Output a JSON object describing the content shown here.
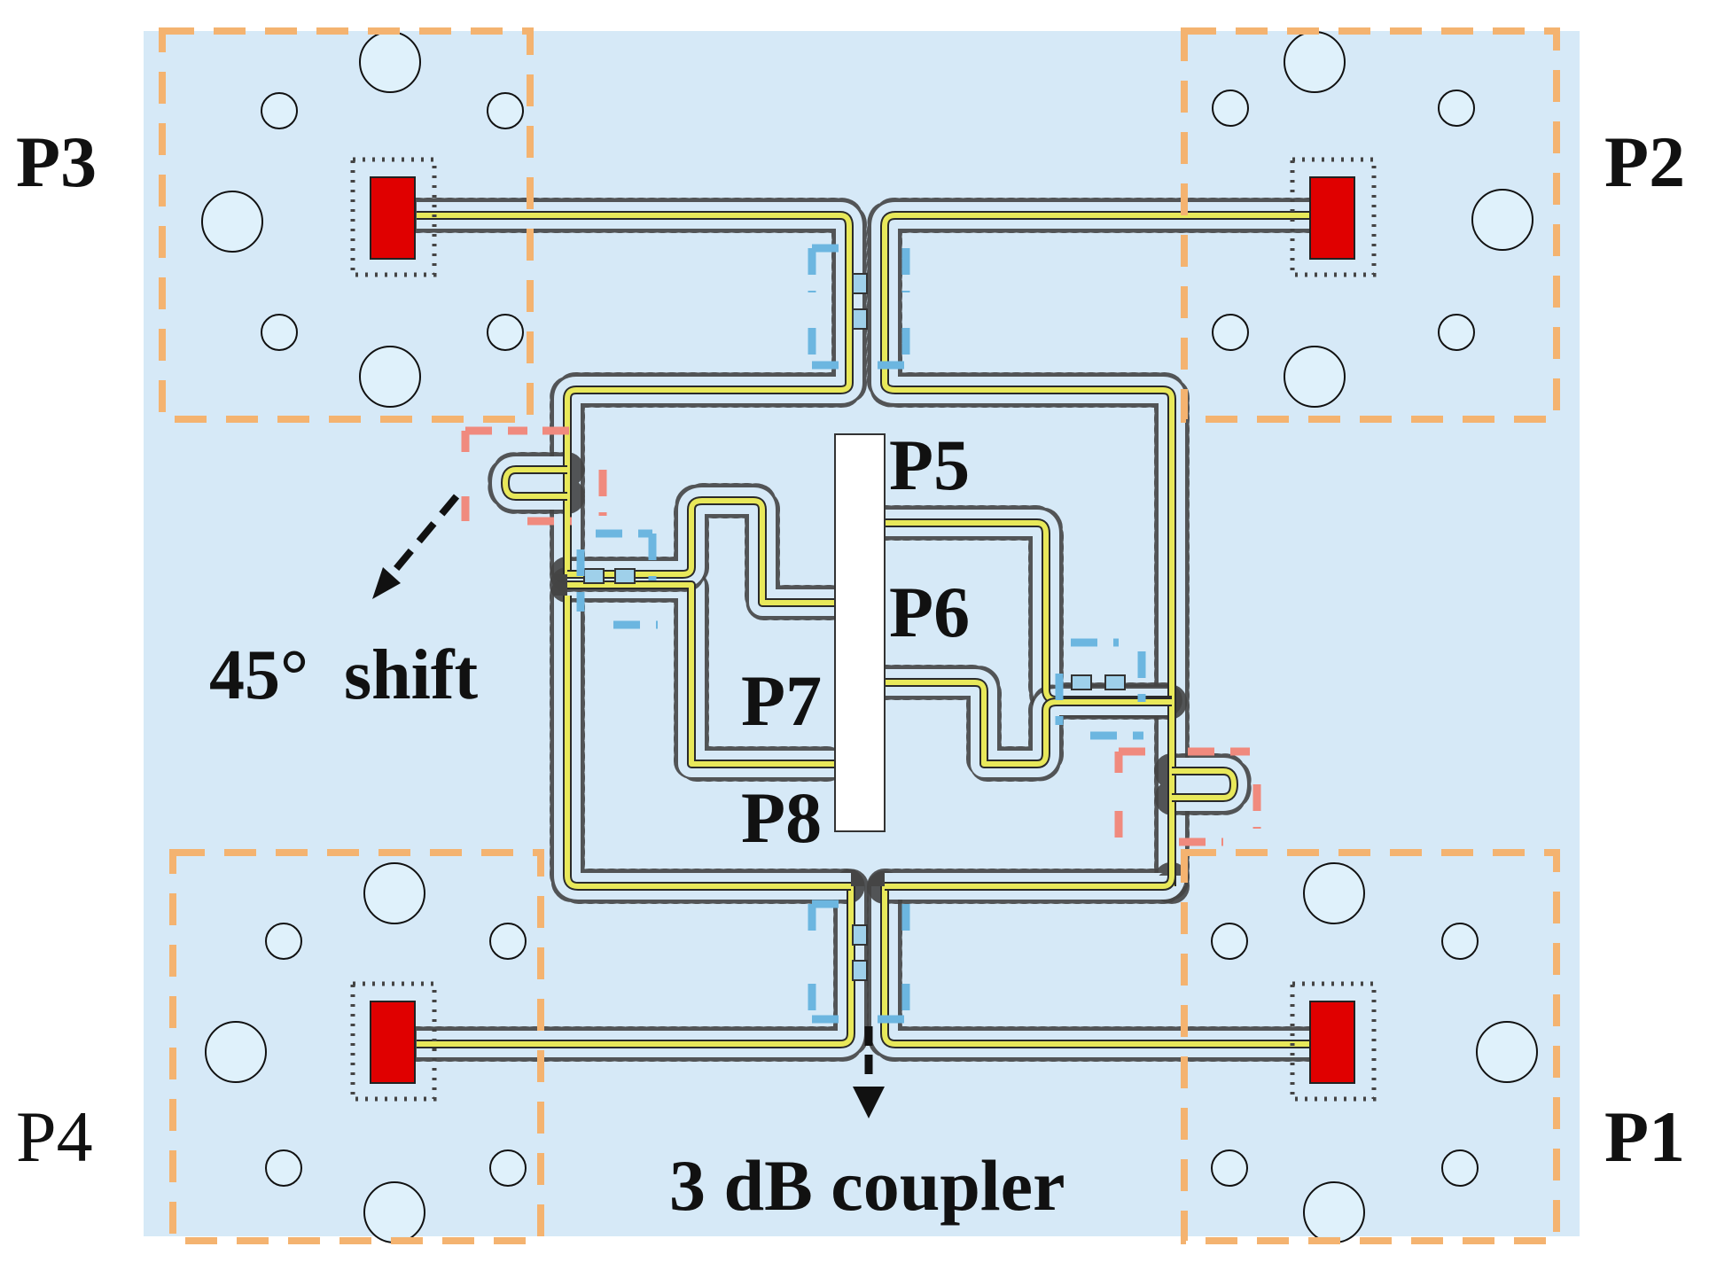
{
  "diagram": {
    "colors": {
      "substrate": "#d6e9f7",
      "hole_fill": "#dff1fb",
      "hole_stroke": "#111111",
      "trace": "#e8e85a",
      "trace_edge": "#2a2a2a",
      "via": "#444444",
      "port_pad": "#e00000",
      "region_orange": "#f4b370",
      "marker_blue": "#6cb6e0",
      "marker_red": "#f08a7e",
      "slot": "#ffffff",
      "text": "#111111"
    },
    "labels": {
      "p1": "P1",
      "p2": "P2",
      "p3": "P3",
      "p4": "P4",
      "p5": "P5",
      "p6": "P6",
      "p7": "P7",
      "p8": "P8",
      "shift": "45°  shift",
      "coupler": "3 dB coupler"
    }
  }
}
